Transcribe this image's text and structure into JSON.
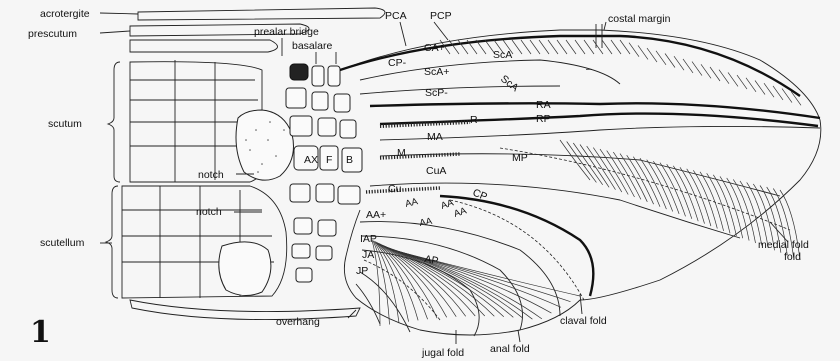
{
  "figure_number": "1",
  "labels": {
    "acrotergite": "acrotergite",
    "prescutum": "prescutum",
    "scutum": "scutum",
    "notch_upper": "notch",
    "notch_lower": "notch",
    "scutellum": "scutellum",
    "overhang": "overhang",
    "prealar_bridge": "prealar bridge",
    "basalare": "basalare",
    "pca": "PCA",
    "pcp": "PCP",
    "costal_margin": "costal margin",
    "ca_plus": "CA+",
    "cp_minus": "CP-",
    "sca": "ScA",
    "sca_plus": "ScA+",
    "sca_minus": "ScA",
    "scp_minus": "ScP-",
    "minus_mark": "–",
    "ra": "RA",
    "rp": "RP",
    "r": "R",
    "ma": "MA",
    "m": "M",
    "mp": "MP",
    "ax": "AX",
    "f": "F",
    "b": "B",
    "cua": "CuA",
    "cu": "Cu",
    "cp": "CP",
    "aa_plus": "AA+",
    "aa1": "AA",
    "aa2": "AA",
    "aa3": "AA",
    "aa4": "AA",
    "iap": "IAP",
    "ja": "JA",
    "jp": "JP",
    "ap": "AP",
    "medial_fold": "medial fold",
    "fold_extra": "fold",
    "claval_fold": "claval fold",
    "anal_fold": "anal fold",
    "jugal_fold": "jugal fold"
  }
}
